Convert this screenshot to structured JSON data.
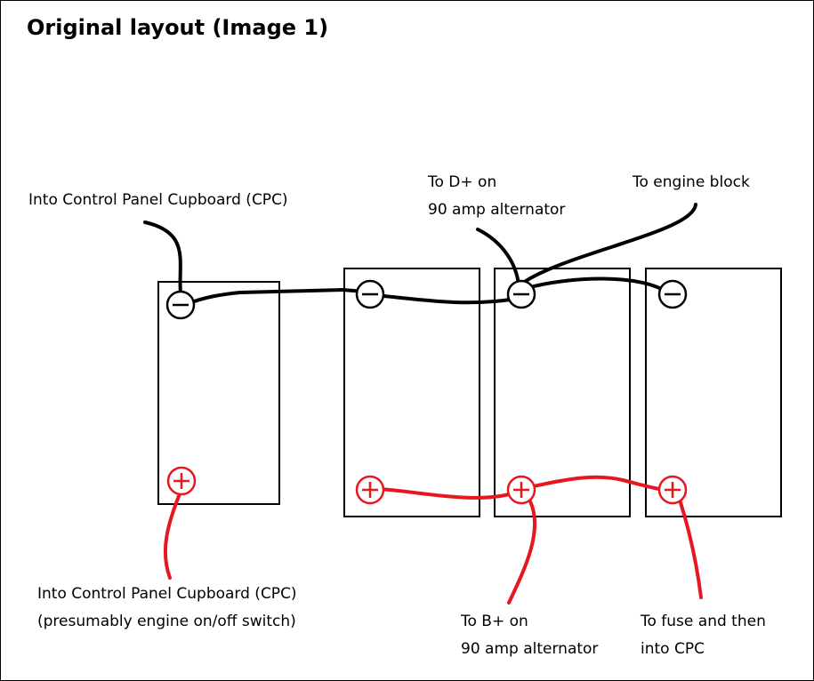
{
  "title": "Original layout (Image 1)",
  "colors": {
    "negative_wire": "#000000",
    "positive_wire": "#e8161e",
    "outline": "#000000"
  },
  "icons": {
    "negative": "minus-terminal-icon",
    "positive": "plus-terminal-icon"
  },
  "labels": {
    "cpc_top": "Into Control Panel Cupboard (CPC)",
    "d_plus_line1": "To D+ on",
    "d_plus_line2": "90 amp alternator",
    "engine_block": "To engine block",
    "cpc_bottom_line1": "Into Control Panel Cupboard (CPC)",
    "cpc_bottom_line2": "(presumably engine on/off switch)",
    "b_plus_line1": "To B+ on",
    "b_plus_line2": "90 amp alternator",
    "fuse_line1": "To fuse and then",
    "fuse_line2": "into CPC"
  }
}
